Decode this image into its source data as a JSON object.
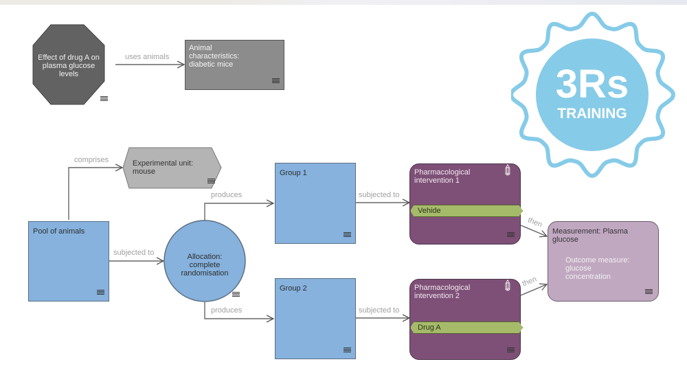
{
  "diagram": {
    "nodes": {
      "study": "Effect of drug A on plasma glucose levels",
      "animal_characteristics": "Animal characteristics: diabetic mice",
      "experimental_unit": "Experimental unit: mouse",
      "pool": "Pool of animals",
      "allocation": "Allocation: complete randomisation",
      "group1": "Group 1",
      "group2": "Group 2",
      "pharm1": "Pharmacological intervention 1",
      "pharm2": "Pharmacological intervention 2",
      "pharm1_item": "Vehide",
      "pharm2_item": "Drug A",
      "measurement": "Measurement: Plasma glucose",
      "outcome": "Outcome measure: glucose concentration"
    },
    "edges": {
      "uses_animals": "uses animals",
      "comprises": "comprises",
      "subjected_to_pool": "subjected to",
      "produces_1": "produces",
      "produces_2": "produces",
      "subjected_to_1": "subjected to",
      "subjected_to_2": "subjected to",
      "then_1": "then",
      "then_2": "then"
    },
    "colors": {
      "blue": "#86b2dd",
      "purple": "#7e5077",
      "green": "#a6bb6a",
      "teal": "#3f8679",
      "lilac": "#c1a8c1",
      "dark_grey": "#626262",
      "grey": "#8c8c8c",
      "light_grey": "#b4b4b4"
    }
  },
  "logo": {
    "line1": "3Rs",
    "line2": "TRAINING",
    "color": "#86cbe8"
  }
}
